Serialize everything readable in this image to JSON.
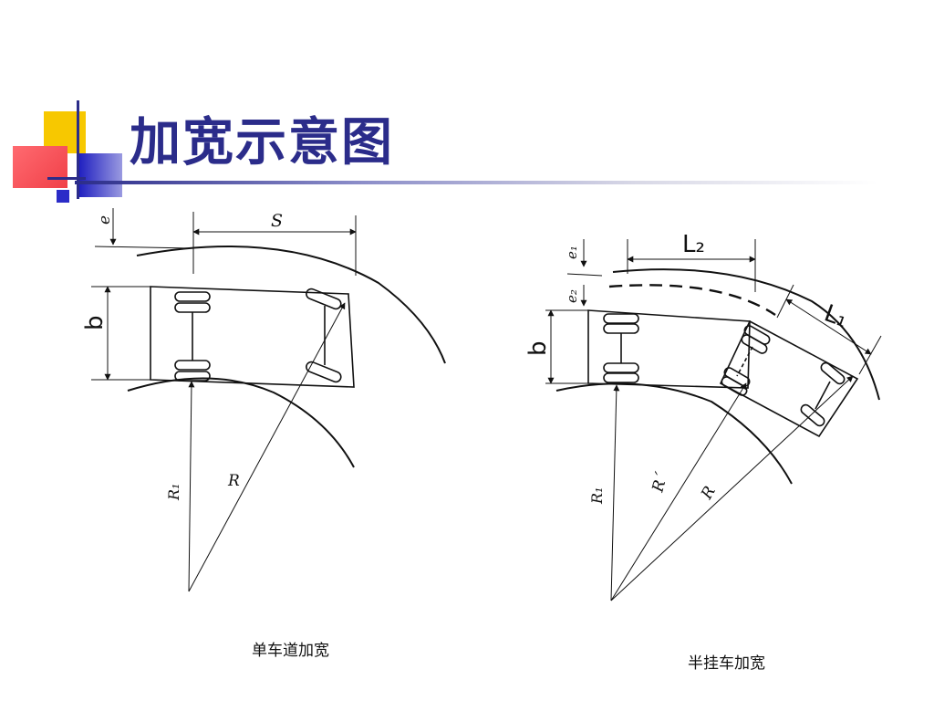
{
  "title": "加宽示意图",
  "accent_colors": {
    "title": "#2b2c8a",
    "yellow": "#f7c800",
    "red": "#f04048",
    "blue": "#2b2cc8"
  },
  "left_figure": {
    "labels": {
      "e": "e",
      "s": "S",
      "b": "b",
      "r1": "R₁",
      "r": "R"
    },
    "caption": "单车道加宽"
  },
  "right_figure": {
    "labels": {
      "e1": "e₁",
      "e2": "e₂",
      "l2": "L₂",
      "l1": "L₁",
      "b": "b",
      "r1": "R₁",
      "r_prime": "R´",
      "r": "R"
    },
    "caption": "半挂车加宽"
  }
}
